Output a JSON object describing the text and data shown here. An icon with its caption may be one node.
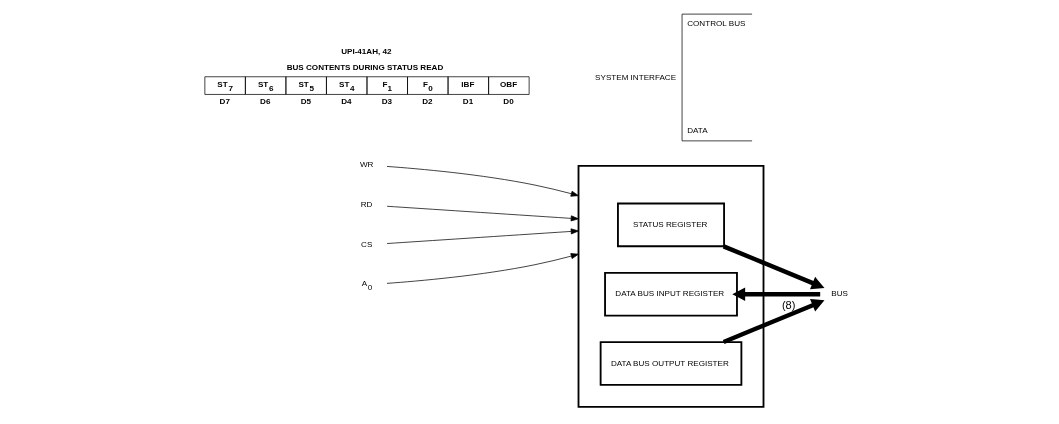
{
  "diagram": {
    "nodes": [
      {
        "text": [],
        "shape": "box"
      },
      {
        "text": [
          "STATUS REGISTER"
        ],
        "in": 0
      },
      {
        "text": [
          "DATA BUS INPUT REGISTER"
        ],
        "in": 0
      },
      {
        "text": [
          "DATA BUS OUTPUT REGISTER"
        ],
        "in": 0
      },
      {
        "text": [
          "WR"
        ]
      },
      {
        "text": [
          "RD"
        ]
      },
      {
        "text": [
          "CS"
        ]
      },
      {
        "text": [
          "A$_{0}$"
        ]
      },
      {
        "text": [
          "BUS"
        ]
      }
    ],
    "edges": [
      {
        "from": 4,
        "to": 0,
        "arrow": "to"
      },
      {
        "from": 5,
        "to": 0,
        "arrow": "to"
      },
      {
        "from": 6,
        "to": 0,
        "arrow": "to"
      },
      {
        "from": 7,
        "to": 0,
        "arrow": "to"
      },
      {
        "from": 1,
        "to": 8,
        "arrow": "to",
        "style": "thick"
      },
      {
        "from": 3,
        "to": 8,
        "arrow": "to",
        "style": "thick",
        "label": "(8)"
      },
      {
        "from": 8,
        "to": 2,
        "arrow": "to",
        "style": "thick"
      }
    ],
    "labels": [
      "CONTROL BUS",
      "SYSTEM INTERFACE",
      "DATA",
      "UPI-41AH, 42",
      "BUS CONTENTS DURING STATUS READ",
      "ST$_{7}$",
      "ST$_{6}$",
      "ST$_{5}$",
      "ST$_{4}$",
      "F$_{1}$",
      "F$_{0}$",
      "IBF",
      "OBF",
      "D7",
      "D6",
      "D5",
      "D4",
      "D3",
      "D2",
      "D1",
      "D0"
    ]
  }
}
